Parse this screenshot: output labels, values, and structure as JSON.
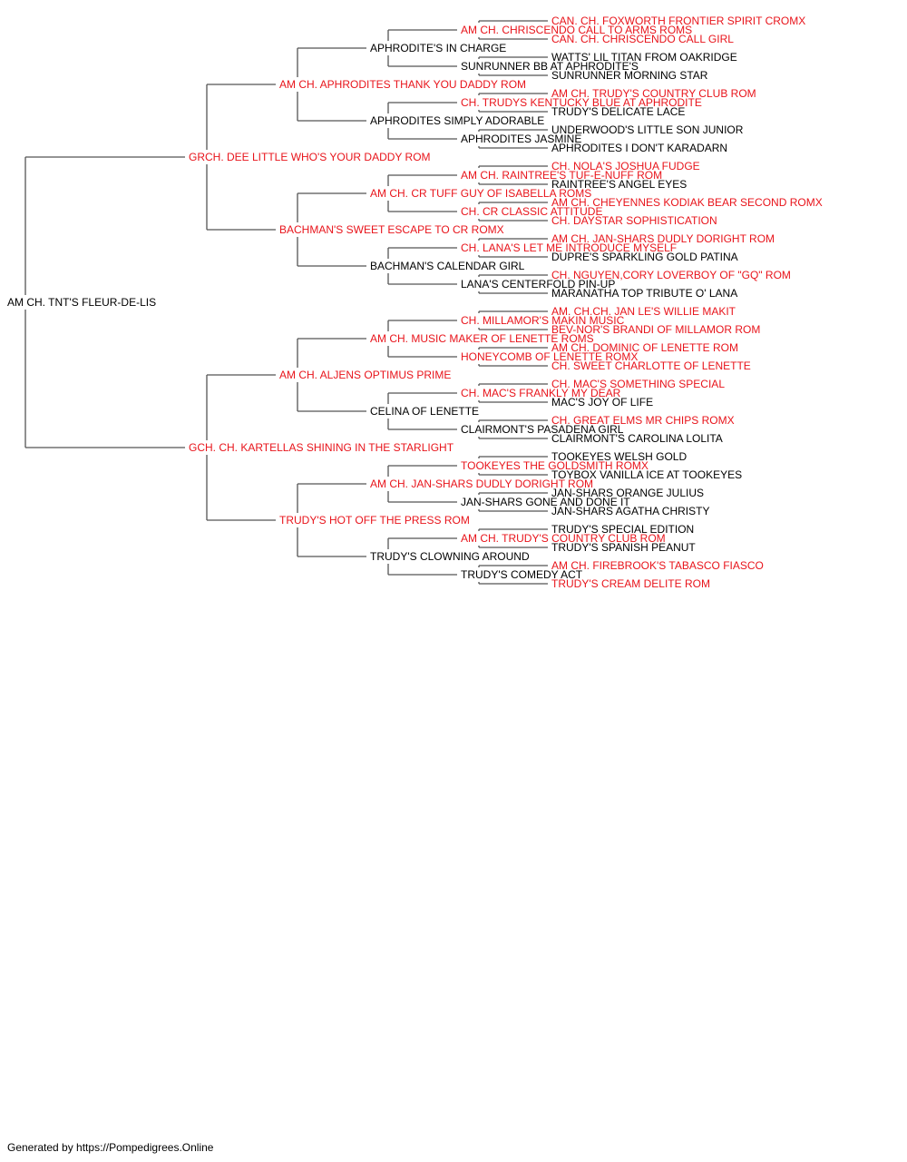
{
  "colors": {
    "champion": "#e8141b",
    "regular": "#000000",
    "line": "#555555"
  },
  "pedigree": {
    "name": "AM CH. TNT'S FLEUR-DE-LIS",
    "champion": false,
    "sire": {
      "name": "GRCH. DEE LITTLE WHO'S YOUR DADDY ROM",
      "champion": true,
      "sire": {
        "name": "AM CH. APHRODITES THANK YOU DADDY ROM",
        "champion": true,
        "sire": {
          "name": "APHRODITE'S IN CHARGE",
          "champion": false,
          "sire": {
            "name": "AM CH. CHRISCENDO CALL TO ARMS ROMS",
            "champion": true,
            "sire": {
              "name": "CAN. CH. FOXWORTH FRONTIER SPIRIT CROMX",
              "champion": true
            },
            "dam": {
              "name": "CAN. CH. CHRISCENDO CALL GIRL",
              "champion": true
            }
          },
          "dam": {
            "name": "SUNRUNNER BB AT APHRODITE'S",
            "champion": false,
            "sire": {
              "name": "WATTS' LIL TITAN FROM OAKRIDGE",
              "champion": false
            },
            "dam": {
              "name": "SUNRUNNER MORNING STAR",
              "champion": false
            }
          }
        },
        "dam": {
          "name": "APHRODITES SIMPLY ADORABLE",
          "champion": false,
          "sire": {
            "name": "CH. TRUDYS KENTUCKY BLUE AT APHRODITE",
            "champion": true,
            "sire": {
              "name": "AM CH. TRUDY'S COUNTRY CLUB ROM",
              "champion": true
            },
            "dam": {
              "name": "TRUDY'S DELICATE LACE",
              "champion": false
            }
          },
          "dam": {
            "name": "APHRODITES JASMINE",
            "champion": false,
            "sire": {
              "name": "UNDERWOOD'S LITTLE SON JUNIOR",
              "champion": false
            },
            "dam": {
              "name": "APHRODITES I DON'T KARADARN",
              "champion": false
            }
          }
        }
      },
      "dam": {
        "name": "BACHMAN'S SWEET ESCAPE TO CR ROMX",
        "champion": true,
        "sire": {
          "name": "AM CH. CR TUFF GUY OF ISABELLA ROMS",
          "champion": true,
          "sire": {
            "name": "AM CH. RAINTREE'S TUF-E-NUFF ROM",
            "champion": true,
            "sire": {
              "name": "CH. NOLA'S JOSHUA FUDGE",
              "champion": true
            },
            "dam": {
              "name": "RAINTREE'S ANGEL EYES",
              "champion": false
            }
          },
          "dam": {
            "name": "CH. CR CLASSIC ATTITUDE",
            "champion": true,
            "sire": {
              "name": "AM CH. CHEYENNES KODIAK BEAR SECOND ROMX",
              "champion": true
            },
            "dam": {
              "name": "CH. DAYSTAR SOPHISTICATION",
              "champion": true
            }
          }
        },
        "dam": {
          "name": "BACHMAN'S CALENDAR GIRL",
          "champion": false,
          "sire": {
            "name": "CH. LANA'S LET ME INTRODUCE MYSELF",
            "champion": true,
            "sire": {
              "name": "AM CH. JAN-SHARS DUDLY DORIGHT ROM",
              "champion": true
            },
            "dam": {
              "name": "DUPRE'S SPARKLING GOLD PATINA",
              "champion": false
            }
          },
          "dam": {
            "name": "LANA'S CENTERFOLD PIN-UP",
            "champion": false,
            "sire": {
              "name": "CH. NGUYEN,CORY LOVERBOY OF \"GQ\" ROM",
              "champion": true
            },
            "dam": {
              "name": "MARANATHA TOP TRIBUTE O' LANA",
              "champion": false
            }
          }
        }
      }
    },
    "dam": {
      "name": "GCH. CH. KARTELLAS SHINING IN THE STARLIGHT",
      "champion": true,
      "sire": {
        "name": "AM CH. ALJENS OPTIMUS PRIME",
        "champion": true,
        "sire": {
          "name": "AM CH. MUSIC MAKER OF LENETTE ROMS",
          "champion": true,
          "sire": {
            "name": "CH. MILLAMOR'S MAKIN MUSIC",
            "champion": true,
            "sire": {
              "name": "AM. CH.CH. JAN LE'S WILLIE MAKIT",
              "champion": true
            },
            "dam": {
              "name": "BEV-NOR'S BRANDI OF MILLAMOR ROM",
              "champion": true
            }
          },
          "dam": {
            "name": "HONEYCOMB OF LENETTE ROMX",
            "champion": true,
            "sire": {
              "name": "AM CH. DOMINIC OF LENETTE ROM",
              "champion": true
            },
            "dam": {
              "name": "CH. SWEET CHARLOTTE OF LENETTE",
              "champion": true
            }
          }
        },
        "dam": {
          "name": "CELINA OF LENETTE",
          "champion": false,
          "sire": {
            "name": "CH. MAC'S FRANKLY MY DEAR",
            "champion": true,
            "sire": {
              "name": "CH. MAC'S SOMETHING SPECIAL",
              "champion": true
            },
            "dam": {
              "name": "MAC'S JOY OF LIFE",
              "champion": false
            }
          },
          "dam": {
            "name": "CLAIRMONT'S PASADENA GIRL",
            "champion": false,
            "sire": {
              "name": "CH. GREAT ELMS MR CHIPS ROMX",
              "champion": true
            },
            "dam": {
              "name": "CLAIRMONT'S CAROLINA LOLITA",
              "champion": false
            }
          }
        }
      },
      "dam": {
        "name": "TRUDY'S HOT OFF THE PRESS ROM",
        "champion": true,
        "sire": {
          "name": "AM CH. JAN-SHARS DUDLY DORIGHT ROM",
          "champion": true,
          "sire": {
            "name": "TOOKEYES THE GOLDSMITH ROMX",
            "champion": true,
            "sire": {
              "name": "TOOKEYES WELSH GOLD",
              "champion": false
            },
            "dam": {
              "name": "TOYBOX VANILLA ICE AT TOOKEYES",
              "champion": false
            }
          },
          "dam": {
            "name": "JAN-SHARS GONE AND DONE IT",
            "champion": false,
            "sire": {
              "name": "JAN-SHARS ORANGE JULIUS",
              "champion": false
            },
            "dam": {
              "name": "JAN-SHARS AGATHA CHRISTY",
              "champion": false
            }
          }
        },
        "dam": {
          "name": "TRUDY'S CLOWNING AROUND",
          "champion": false,
          "sire": {
            "name": "AM CH. TRUDY'S COUNTRY CLUB ROM",
            "champion": true,
            "sire": {
              "name": "TRUDY'S SPECIAL EDITION",
              "champion": false
            },
            "dam": {
              "name": "TRUDY'S SPANISH PEANUT",
              "champion": false
            }
          },
          "dam": {
            "name": "TRUDY'S COMEDY ACT",
            "champion": false,
            "sire": {
              "name": "AM CH. FIREBROOK'S TABASCO FIASCO",
              "champion": true
            },
            "dam": {
              "name": "TRUDY'S CREAM DELITE ROM",
              "champion": true
            }
          }
        }
      }
    }
  },
  "footer": {
    "text": "Generated by https://Pompedigrees.Online"
  }
}
